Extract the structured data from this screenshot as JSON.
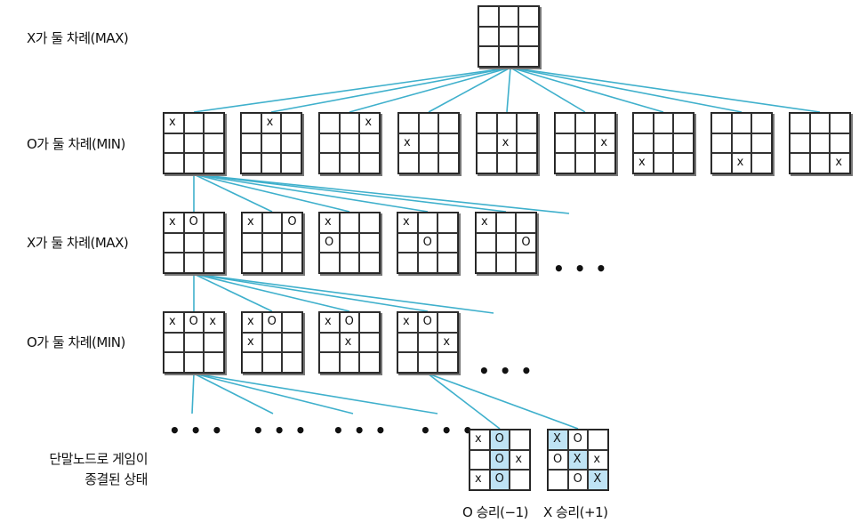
{
  "levels": [
    {
      "label": "X가 둘 차례(MAX)"
    },
    {
      "label": "O가 둘 차례(MIN)"
    },
    {
      "label": "X가 둘 차례(MAX)"
    },
    {
      "label": "O가 둘 차례(MIN)"
    }
  ],
  "terminal_label": {
    "line1": "단말노드로 게임이",
    "line2": "종결된 상태"
  },
  "ellipsis": "• • •",
  "edge_color": "#3fb0cc",
  "highlight_color": "#bfe3f4",
  "results": {
    "o_win": "O 승리(−1)",
    "x_win": "X 승리(+1)"
  },
  "boards": {
    "root": [
      [
        "",
        "",
        ""
      ],
      [
        "",
        "",
        ""
      ],
      [
        "",
        "",
        ""
      ]
    ],
    "level1": [
      [
        [
          "x",
          "",
          ""
        ],
        [
          "",
          "",
          ""
        ],
        [
          "",
          "",
          ""
        ]
      ],
      [
        [
          "",
          "x",
          ""
        ],
        [
          "",
          "",
          ""
        ],
        [
          "",
          "",
          ""
        ]
      ],
      [
        [
          "",
          "",
          "x"
        ],
        [
          "",
          "",
          ""
        ],
        [
          "",
          "",
          ""
        ]
      ],
      [
        [
          "",
          "",
          ""
        ],
        [
          "x",
          "",
          ""
        ],
        [
          "",
          "",
          ""
        ]
      ],
      [
        [
          "",
          "",
          ""
        ],
        [
          "",
          "x",
          ""
        ],
        [
          "",
          "",
          ""
        ]
      ],
      [
        [
          "",
          "",
          ""
        ],
        [
          "",
          "",
          "x"
        ],
        [
          "",
          "",
          ""
        ]
      ],
      [
        [
          "",
          "",
          ""
        ],
        [
          "",
          "",
          ""
        ],
        [
          "x",
          "",
          ""
        ]
      ],
      [
        [
          "",
          "",
          ""
        ],
        [
          "",
          "",
          ""
        ],
        [
          "",
          "x",
          ""
        ]
      ],
      [
        [
          "",
          "",
          ""
        ],
        [
          "",
          "",
          ""
        ],
        [
          "",
          "",
          "x"
        ]
      ]
    ],
    "level2": [
      [
        [
          "x",
          "O",
          ""
        ],
        [
          "",
          "",
          ""
        ],
        [
          "",
          "",
          ""
        ]
      ],
      [
        [
          "x",
          "",
          "O"
        ],
        [
          "",
          "",
          ""
        ],
        [
          "",
          "",
          ""
        ]
      ],
      [
        [
          "x",
          "",
          ""
        ],
        [
          "O",
          "",
          ""
        ],
        [
          "",
          "",
          ""
        ]
      ],
      [
        [
          "x",
          "",
          ""
        ],
        [
          "",
          "O",
          ""
        ],
        [
          "",
          "",
          ""
        ]
      ],
      [
        [
          "x",
          "",
          ""
        ],
        [
          "",
          "",
          "O"
        ],
        [
          "",
          "",
          ""
        ]
      ]
    ],
    "level3": [
      [
        [
          "x",
          "O",
          "x"
        ],
        [
          "",
          "",
          ""
        ],
        [
          "",
          "",
          ""
        ]
      ],
      [
        [
          "x",
          "O",
          ""
        ],
        [
          "x",
          "",
          ""
        ],
        [
          "",
          "",
          ""
        ]
      ],
      [
        [
          "x",
          "O",
          ""
        ],
        [
          "",
          "x",
          ""
        ],
        [
          "",
          "",
          ""
        ]
      ],
      [
        [
          "x",
          "O",
          ""
        ],
        [
          "",
          "",
          "x"
        ],
        [
          "",
          "",
          ""
        ]
      ]
    ],
    "terminal": [
      {
        "cells": [
          [
            "x",
            "O",
            ""
          ],
          [
            "",
            "O",
            "x"
          ],
          [
            "x",
            "O",
            ""
          ]
        ],
        "highlight": [
          [
            0,
            1
          ],
          [
            1,
            1
          ],
          [
            2,
            1
          ]
        ]
      },
      {
        "cells": [
          [
            "X",
            "O",
            ""
          ],
          [
            "O",
            "X",
            "x"
          ],
          [
            "",
            "O",
            "X"
          ]
        ],
        "highlight": [
          [
            0,
            0
          ],
          [
            1,
            1
          ],
          [
            2,
            2
          ]
        ]
      }
    ]
  }
}
